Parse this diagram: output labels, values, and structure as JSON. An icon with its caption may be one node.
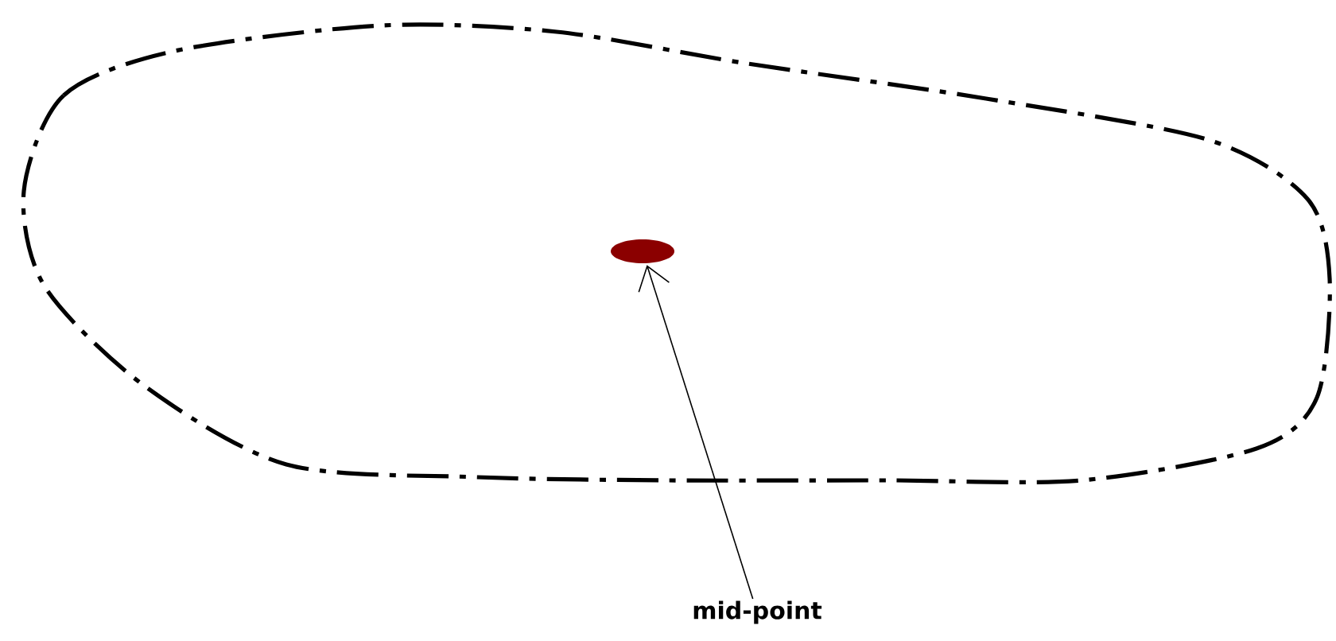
{
  "diagram": {
    "nodes": [
      {
        "text": [],
        "shape": "circle"
      },
      {
        "text": [
          "mid-point"
        ]
      }
    ],
    "edges": [
      {
        "from": 1,
        "to": 0,
        "arrow": "to"
      }
    ]
  }
}
